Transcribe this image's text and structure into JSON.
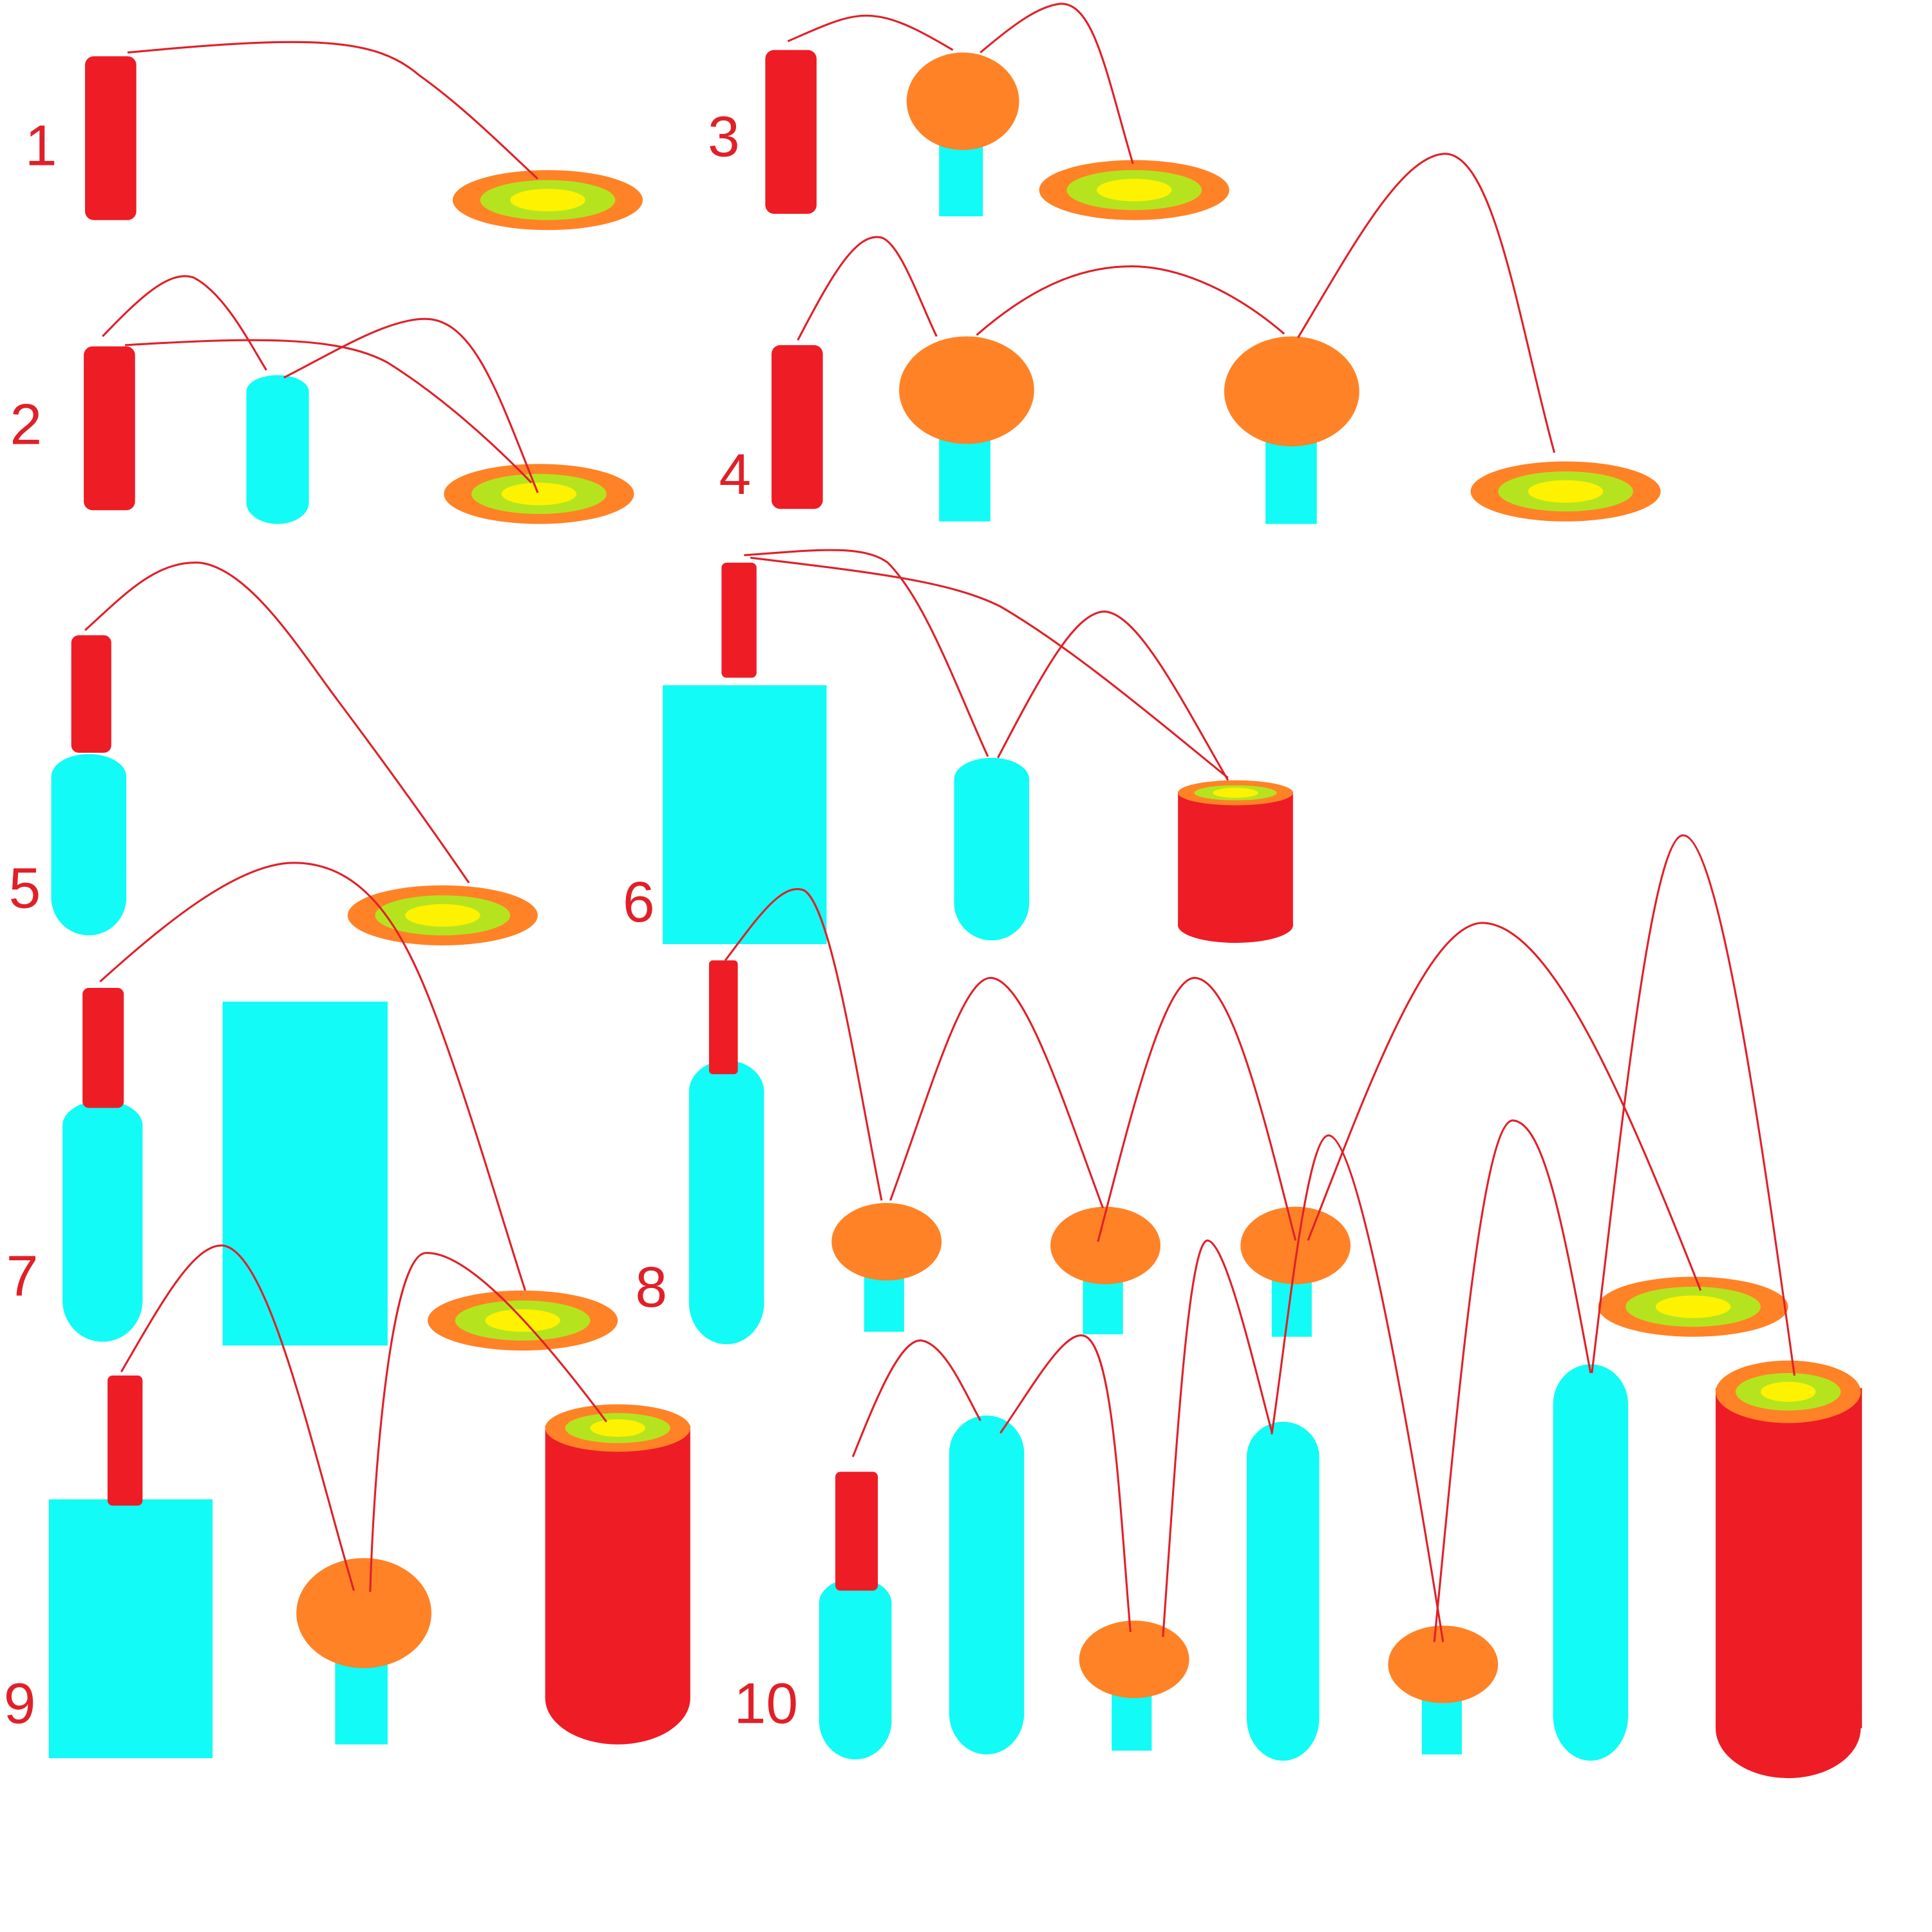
{
  "colors": {
    "wire": "#e02028",
    "detonator": "#ee1c25",
    "booster": "#12fbf6",
    "mushroom": "#ff8227",
    "target_outer": "#ff8227",
    "target_middle": "#b5e41f",
    "target_inner": "#fff200",
    "cylinder_body": "#ee1c25",
    "label": "#e02028"
  },
  "panels": [
    {
      "label": "1"
    },
    {
      "label": "2"
    },
    {
      "label": "3"
    },
    {
      "label": "4"
    },
    {
      "label": "5"
    },
    {
      "label": "6"
    },
    {
      "label": "7"
    },
    {
      "label": "8"
    },
    {
      "label": "9"
    },
    {
      "label": "10"
    }
  ]
}
